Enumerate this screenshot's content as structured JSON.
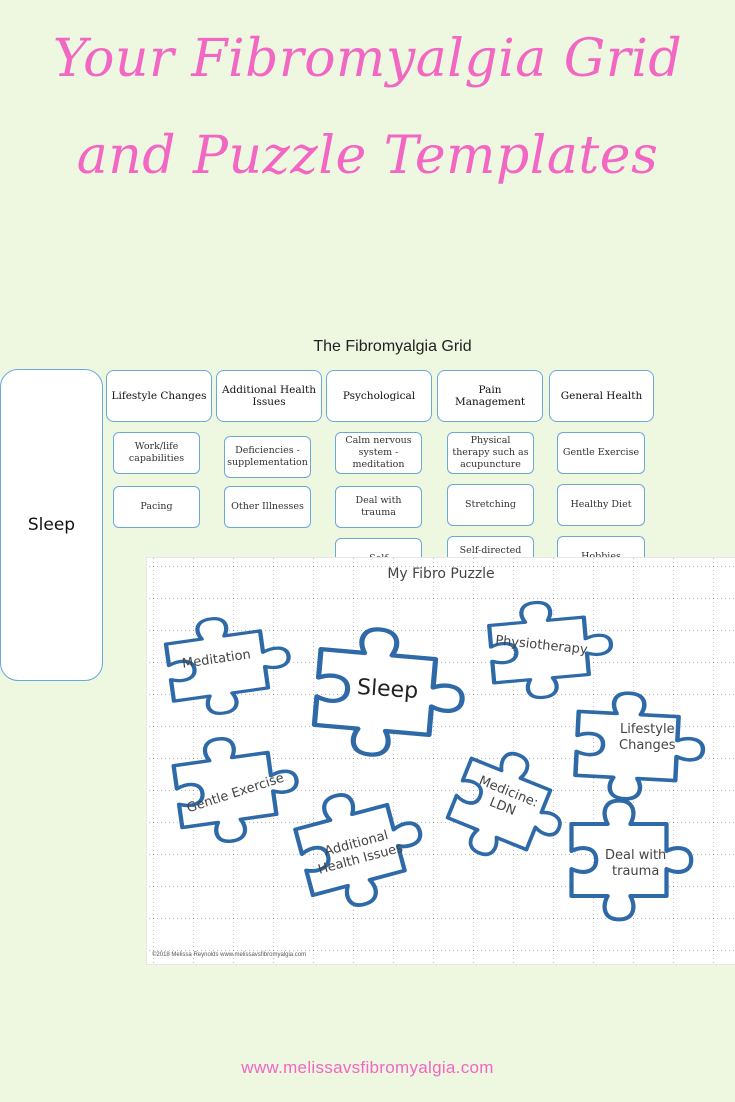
{
  "title": {
    "line1": "Your Fibromyalgia Grid",
    "line2": "and Puzzle Templates"
  },
  "grid": {
    "title": "The Fibromyalgia Grid",
    "sleep": "Sleep",
    "headers": [
      "Lifestyle Changes",
      "Additional Health Issues",
      "Psychological",
      "Pain Management",
      "General Health"
    ],
    "cells": {
      "lifestyle": [
        "Work/life capabilities",
        "Pacing"
      ],
      "additional": [
        "Deficiencies - supplementation",
        "Other Illnesses"
      ],
      "psychological": [
        "Calm nervous system - meditation",
        "Deal with trauma",
        "Self"
      ],
      "pain": [
        "Physical therapy such as acupuncture",
        "Stretching",
        "Self-directed pain relief such"
      ],
      "general": [
        "Gentle Exercise",
        "Healthy Diet",
        "Hobbies"
      ]
    }
  },
  "puzzle": {
    "title": "My Fibro Puzzle",
    "pieces": {
      "meditation": "Meditation",
      "sleep": "Sleep",
      "physiotherapy": "Physiotherapy",
      "lifestyle": "Lifestyle\nChanges",
      "gentle": "Gentle Exercise",
      "additional": "Additional\nHealth Issues",
      "medicine": "Medicine:\nLDN",
      "trauma": "Deal with\ntrauma"
    },
    "copyright": "©2018 Melissa Reynolds www.melissavsfibromyalgia.com"
  },
  "footer": "www.melissavsfibromyalgia.com",
  "colors": {
    "accent": "#f266c4",
    "background": "#eef7df",
    "piece_outline": "#2f6aa8",
    "cell_border": "#6aa8d8"
  }
}
